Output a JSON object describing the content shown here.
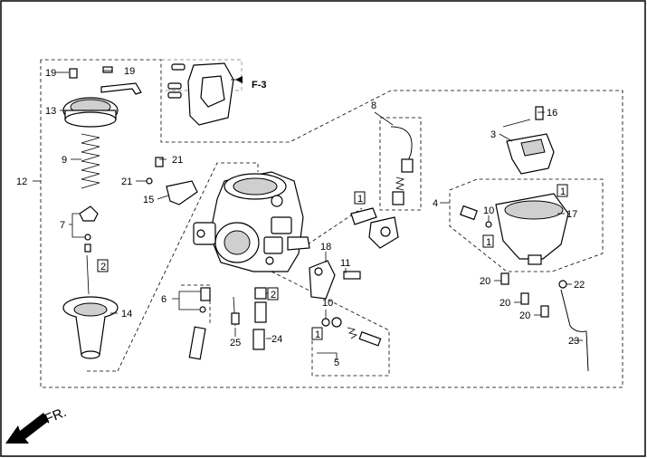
{
  "callouts": {
    "c1": "1",
    "c2": "2",
    "c3": "3",
    "c4": "4",
    "c5": "5",
    "c6": "6",
    "c7": "7",
    "c8": "8",
    "c9": "9",
    "c10": "10",
    "c11": "11",
    "c12": "12",
    "c13": "13",
    "c14": "14",
    "c15": "15",
    "c16": "16",
    "c17": "17",
    "c18": "18",
    "c19": "19",
    "c20": "20",
    "c21": "21",
    "c22": "22",
    "c23": "23",
    "c24": "24",
    "c25": "25"
  },
  "reference": "F-3",
  "direction_label": "FR.",
  "colors": {
    "line": "#000000",
    "shade": "#cfcfcf",
    "arrow": "#000000"
  }
}
